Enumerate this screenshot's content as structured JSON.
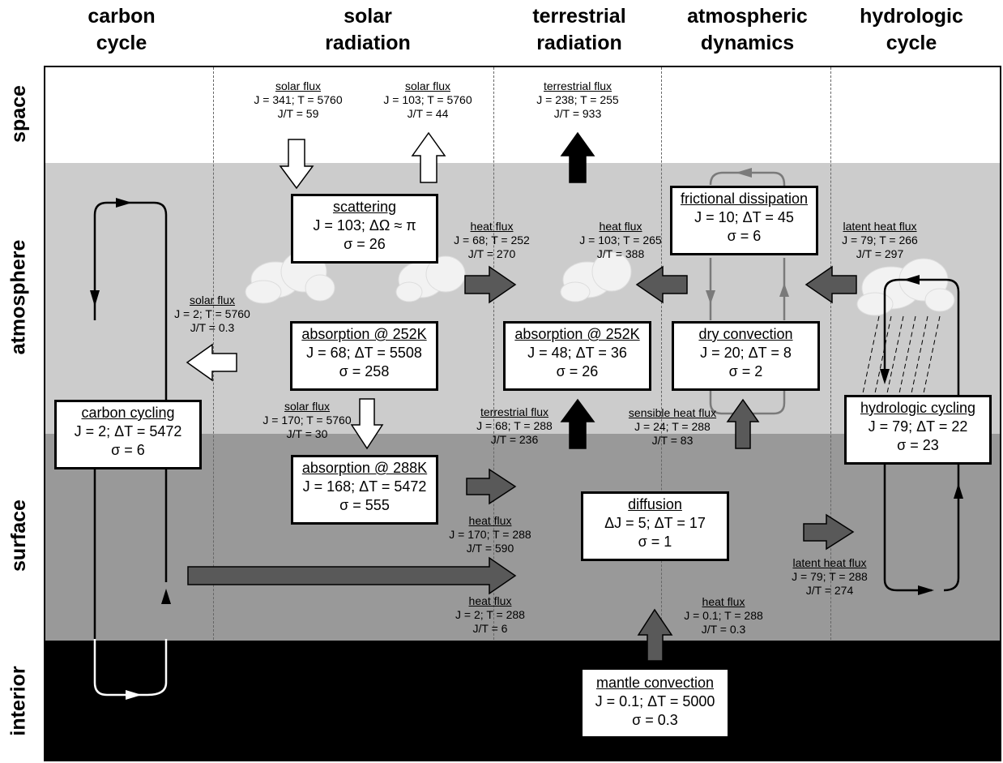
{
  "columns": [
    "carbon\ncycle",
    "solar\nradiation",
    "terrestrial\nradiation",
    "atmospheric\ndynamics",
    "hydrologic\ncycle"
  ],
  "rows": [
    "space",
    "atmosphere",
    "surface",
    "interior"
  ],
  "colors": {
    "space": "#ffffff",
    "atmosphere": "#cccccc",
    "surface": "#999999",
    "interior": "#000000",
    "dark_arrow": "#595959",
    "black_arrow": "#000000",
    "white_arrow": "#ffffff",
    "loop_gray": "#7a7a7a"
  },
  "boxes": {
    "scattering": {
      "title": "scattering",
      "l1": "J = 103; ΔΩ ≈ π",
      "l2": "σ = 26"
    },
    "frictional": {
      "title": "frictional dissipation",
      "l1": "J = 10; ΔT = 45",
      "l2": "σ = 6"
    },
    "abs252_solar": {
      "title": "absorption @ 252K",
      "l1": "J = 68; ΔT = 5508",
      "l2": "σ = 258"
    },
    "abs252_terr": {
      "title": "absorption @ 252K",
      "l1": "J = 48; ΔT = 36",
      "l2": "σ = 26"
    },
    "dryconv": {
      "title": "dry convection",
      "l1": "J = 20; ΔT = 8",
      "l2": "σ = 2"
    },
    "carbon": {
      "title": "carbon cycling",
      "l1": "J = 2; ΔT = 5472",
      "l2": "σ = 6"
    },
    "hydro": {
      "title": "hydrologic cycling",
      "l1": "J = 79; ΔT = 22",
      "l2": "σ = 23"
    },
    "abs288": {
      "title": "absorption @ 288K",
      "l1": "J = 168; ΔT = 5472",
      "l2": "σ = 555"
    },
    "diffusion": {
      "title": "diffusion",
      "l1": "ΔJ = 5; ΔT = 17",
      "l2": "σ = 1"
    },
    "mantle": {
      "title": "mantle convection",
      "l1": "J = 0.1; ΔT = 5000",
      "l2": "σ = 0.3"
    }
  },
  "labels": {
    "solar_in": {
      "title": "solar flux",
      "l1": "J = 341; T = 5760",
      "l2": "J/T = 59"
    },
    "solar_out": {
      "title": "solar flux",
      "l1": "J = 103; T = 5760",
      "l2": "J/T = 44"
    },
    "terr_out": {
      "title": "terrestrial flux",
      "l1": "J = 238; T = 255",
      "l2": "J/T = 933"
    },
    "heat_atm1": {
      "title": "heat flux",
      "l1": "J = 68; T = 252",
      "l2": "J/T = 270"
    },
    "heat_atm2": {
      "title": "heat flux",
      "l1": "J = 103; T = 265",
      "l2": "J/T = 388"
    },
    "latent_atm": {
      "title": "latent heat flux",
      "l1": "J = 79; T = 266",
      "l2": "J/T = 297"
    },
    "solar_carbon": {
      "title": "solar flux",
      "l1": "J = 2; T = 5760",
      "l2": "J/T = 0.3"
    },
    "solar_surface": {
      "title": "solar flux",
      "l1": "J = 170; T = 5760",
      "l2": "J/T = 30"
    },
    "terr_up": {
      "title": "terrestrial flux",
      "l1": "J = 68; T = 288",
      "l2": "J/T = 236"
    },
    "sensible": {
      "title": "sensible heat flux",
      "l1": "J = 24; T = 288",
      "l2": "J/T = 83"
    },
    "heat_surf1": {
      "title": "heat flux",
      "l1": "J = 170; T = 288",
      "l2": "J/T = 590"
    },
    "heat_surf2": {
      "title": "heat flux",
      "l1": "J = 2; T = 288",
      "l2": "J/T = 6"
    },
    "heat_mantle": {
      "title": "heat flux",
      "l1": "J = 0.1; T = 288",
      "l2": "J/T = 0.3"
    },
    "latent_surf": {
      "title": "latent heat flux",
      "l1": "J = 79; T = 288",
      "l2": "J/T = 274"
    }
  }
}
